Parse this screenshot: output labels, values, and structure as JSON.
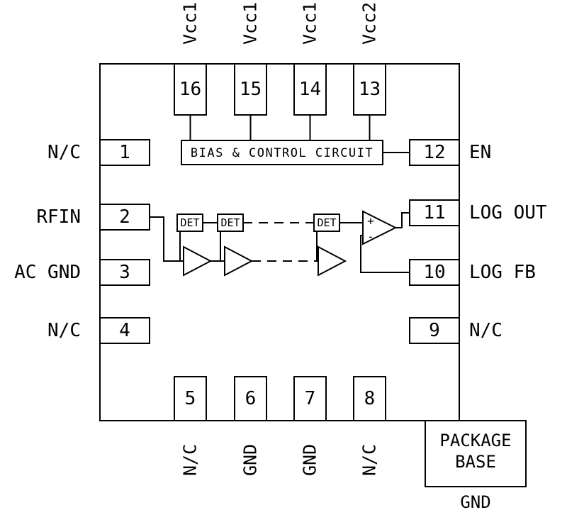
{
  "diagram": {
    "type": "ic-functional-pin-diagram",
    "description": "Logarithmic detector amplifier package pinout with bias/control circuit, cascaded gain stages with detectors, and output op-amp"
  },
  "pins": {
    "top": [
      {
        "num": "16",
        "label": "Vcc1"
      },
      {
        "num": "15",
        "label": "Vcc1"
      },
      {
        "num": "14",
        "label": "Vcc1"
      },
      {
        "num": "13",
        "label": "Vcc2"
      }
    ],
    "left": [
      {
        "num": "1",
        "label": "N/C"
      },
      {
        "num": "2",
        "label": "RFIN"
      },
      {
        "num": "3",
        "label": "AC GND"
      },
      {
        "num": "4",
        "label": "N/C"
      }
    ],
    "right": [
      {
        "num": "12",
        "label": "EN"
      },
      {
        "num": "11",
        "label": "LOG OUT"
      },
      {
        "num": "10",
        "label": "LOG FB"
      },
      {
        "num": "9",
        "label": "N/C"
      }
    ],
    "bottom": [
      {
        "num": "5",
        "label": "N/C"
      },
      {
        "num": "6",
        "label": "GND"
      },
      {
        "num": "7",
        "label": "GND"
      },
      {
        "num": "8",
        "label": "N/C"
      }
    ]
  },
  "blocks": {
    "bias_label": "BIAS & CONTROL CIRCUIT",
    "det_label": "DET",
    "opamp_plus": "+",
    "opamp_minus": "-",
    "package_line1": "PACKAGE",
    "package_line2": "BASE",
    "package_gnd": "GND"
  },
  "colors": {
    "stroke": "#000000",
    "background": "#ffffff"
  }
}
